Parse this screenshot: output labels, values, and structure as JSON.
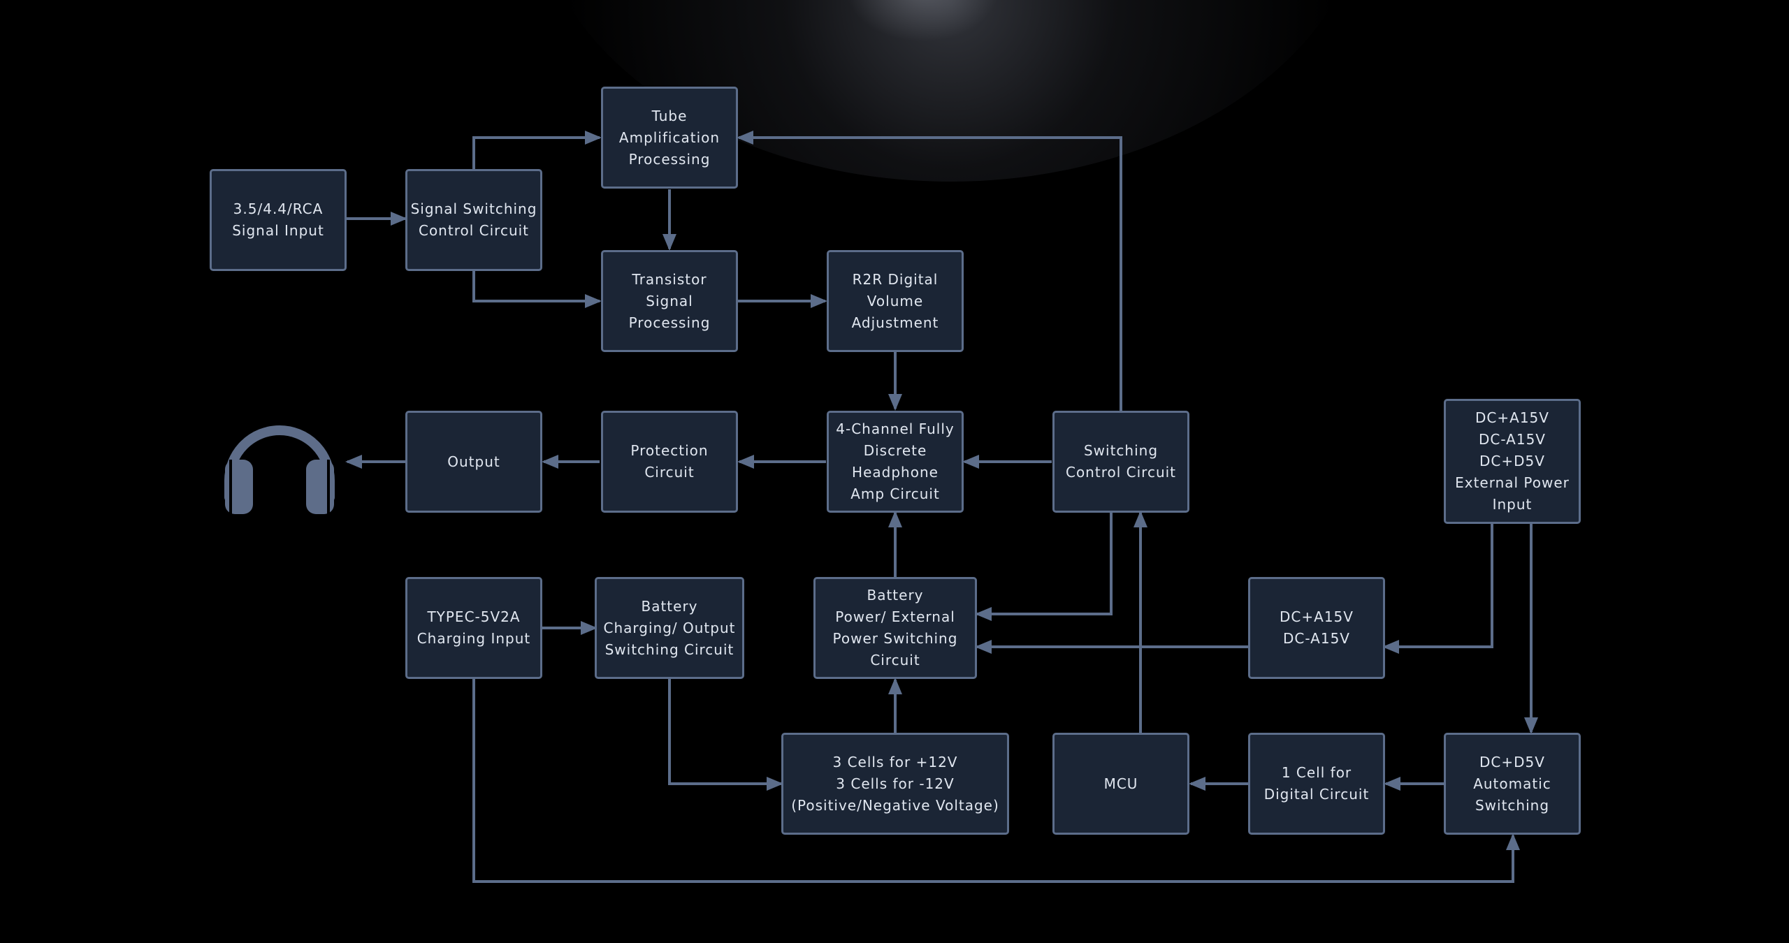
{
  "colors": {
    "background": "#000000",
    "box_fill": "#1b2535",
    "box_border": "#5c6d8a",
    "connector": "#5c6d8a",
    "text": "#e1e7f0",
    "headphone_icon": "#5e6d89"
  },
  "icon": "headphones-icon",
  "blocks": {
    "signal_input": {
      "lines": [
        "3.5/4.4/RCA",
        "Signal Input"
      ]
    },
    "signal_switching": {
      "lines": [
        "Signal Switching",
        "Control Circuit"
      ]
    },
    "tube": {
      "lines": [
        "Tube",
        "Amplification",
        "Processing"
      ]
    },
    "transistor": {
      "lines": [
        "Transistor",
        "Signal",
        "Processing"
      ]
    },
    "r2r": {
      "lines": [
        "R2R Digital",
        "Volume",
        "Adjustment"
      ]
    },
    "output": {
      "lines": [
        "Output"
      ]
    },
    "protection": {
      "lines": [
        "Protection",
        "Circuit"
      ]
    },
    "amp": {
      "lines": [
        "4-Channel Fully",
        "Discrete",
        "Headphone",
        "Amp Circuit"
      ]
    },
    "switching_control": {
      "lines": [
        "Switching",
        "Control Circuit"
      ]
    },
    "ext_power_input": {
      "lines": [
        "DC+A15V",
        "DC-A15V",
        "DC+D5V",
        "External Power",
        "Input"
      ]
    },
    "typec": {
      "lines": [
        "TYPEC-5V2A",
        "Charging Input"
      ]
    },
    "battery_charging": {
      "lines": [
        "Battery",
        "Charging/ Output",
        "Switching Circuit"
      ]
    },
    "power_switching": {
      "lines": [
        "Battery",
        "Power/ External",
        "Power Switching",
        "Circuit"
      ]
    },
    "dc_a15v": {
      "lines": [
        "DC+A15V",
        "DC-A15V"
      ]
    },
    "cells": {
      "lines": [
        "3 Cells for +12V",
        "3 Cells for -12V",
        "(Positive/Negative Voltage)"
      ]
    },
    "mcu": {
      "lines": [
        "MCU"
      ]
    },
    "digital_cell": {
      "lines": [
        "1 Cell for",
        "Digital Circuit"
      ]
    },
    "d5v_switching": {
      "lines": [
        "DC+D5V",
        "Automatic",
        "Switching"
      ]
    }
  }
}
